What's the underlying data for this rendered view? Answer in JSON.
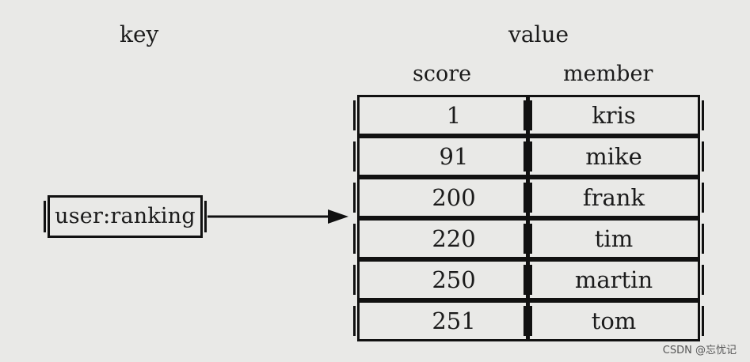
{
  "diagram": {
    "key_heading": "key",
    "value_heading": "value",
    "score_heading": "score",
    "member_heading": "member",
    "key_name": "user:ranking",
    "rows": [
      {
        "score": "1",
        "member": "kris"
      },
      {
        "score": "91",
        "member": "mike"
      },
      {
        "score": "200",
        "member": "frank"
      },
      {
        "score": "220",
        "member": "tim"
      },
      {
        "score": "250",
        "member": "martin"
      },
      {
        "score": "251",
        "member": "tom"
      }
    ]
  },
  "watermark": "CSDN @忘忧记",
  "colors": {
    "background": "#e9e9e7",
    "stroke": "#111111",
    "text": "#1b1b1b"
  }
}
